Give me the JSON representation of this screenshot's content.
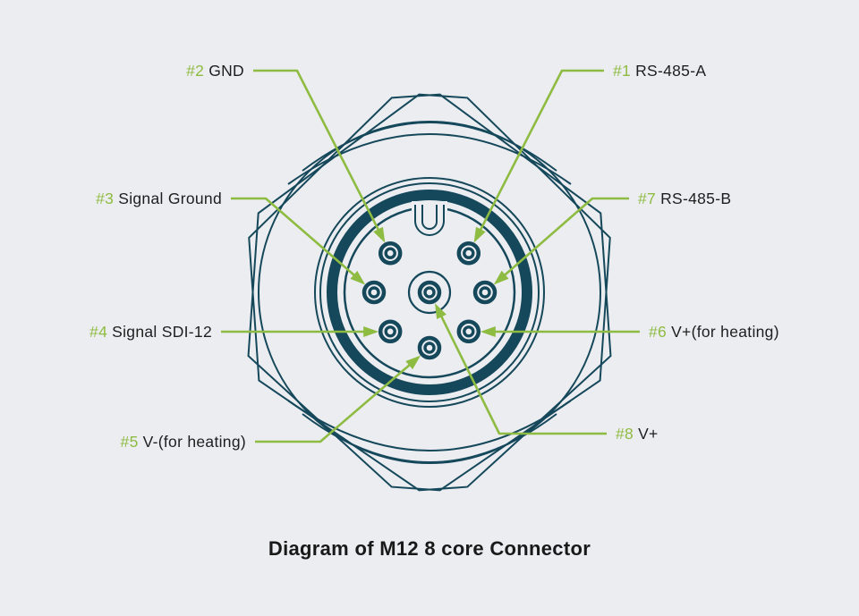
{
  "title": "Diagram of M12 8 core Connector",
  "connector": {
    "pins": [
      {
        "number": "#1",
        "label": "RS-485-A",
        "side": "right"
      },
      {
        "number": "#2",
        "label": "GND",
        "side": "left"
      },
      {
        "number": "#3",
        "label": "Signal Ground",
        "side": "left"
      },
      {
        "number": "#4",
        "label": "Signal SDI-12",
        "side": "left"
      },
      {
        "number": "#5",
        "label": "V-(for heating)",
        "side": "left"
      },
      {
        "number": "#6",
        "label": "V+(for heating)",
        "side": "right"
      },
      {
        "number": "#7",
        "label": "RS-485-B",
        "side": "right"
      },
      {
        "number": "#8",
        "label": "V+",
        "side": "right"
      }
    ]
  },
  "colors": {
    "background": "#ECEDF1",
    "connector_outline": "#15485A",
    "accent_green": "#8EBB41",
    "label_text": "#1E1E1E",
    "title_text": "#191919"
  }
}
